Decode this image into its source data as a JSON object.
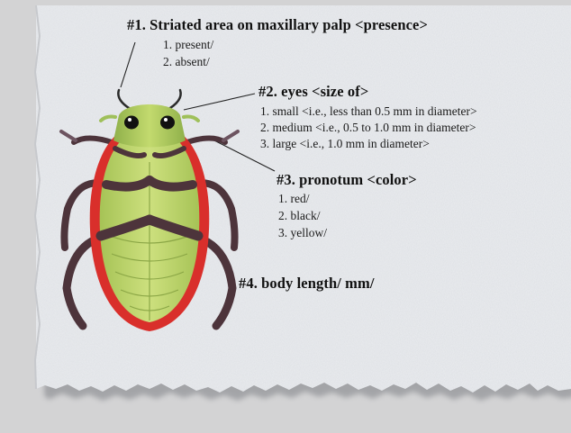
{
  "colors": {
    "paper": "#e9ebee",
    "background": "#d3d3d4",
    "beetle_body": "#b9d468",
    "beetle_margin": "#e0332e",
    "beetle_legs": "#5a3e44",
    "text": "#111111"
  },
  "characters": [
    {
      "title": "#1. Striated area on maxillary palp <presence>",
      "options": [
        "1. present/",
        "2. absent/"
      ]
    },
    {
      "title": "#2. eyes <size of>",
      "options": [
        "1. small <i.e., less than 0.5 mm in diameter>",
        "2. medium <i.e., 0.5 to 1.0 mm in diameter>",
        "3. large <i.e., 1.0 mm in diameter>"
      ]
    },
    {
      "title": "#3. pronotum <color>",
      "options": [
        "1. red/",
        "2. black/",
        "3. yellow/"
      ]
    },
    {
      "title": "#4. body length/ mm/",
      "options": []
    }
  ],
  "beetle": {
    "icon": "water-beetle-illustration"
  }
}
